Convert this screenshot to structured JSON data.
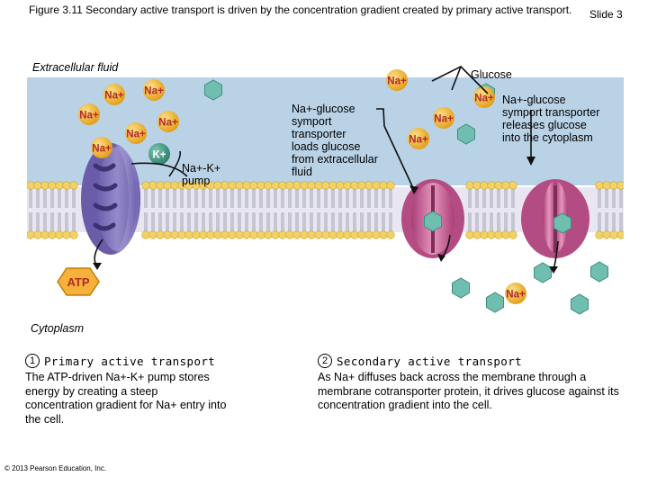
{
  "title": "Figure 3.11 Secondary active transport is driven by the concentration gradient created by primary active transport.",
  "slide_label": "Slide 3",
  "diagram": {
    "extracellular_label": "Extracellular fluid",
    "cytoplasm_label": "Cytoplasm",
    "glucose_label": "Glucose",
    "pump_label_line1": "Na+-K+",
    "pump_label_line2": "pump",
    "symport_loads_lines": [
      "Na+-glucose",
      "symport",
      "transporter",
      "loads glucose",
      "from extracellular",
      "fluid"
    ],
    "symport_releases_lines": [
      "Na+-glucose",
      "symport transporter",
      "releases glucose",
      "into the cytoplasm"
    ],
    "ion_na": "Na+",
    "ion_k": "K+",
    "atp_label": "ATP",
    "colors": {
      "extracellular": "#b9d2e6",
      "cytoplasm": "#ffffff",
      "lipid_head": "#f2d265",
      "na_ion": "#f0b52c",
      "k_ion": "#3f9b85",
      "glucose": "#6fbeb0",
      "pump": "#8477bd",
      "symporter": "#c4578f",
      "atp": "#f5b13a"
    }
  },
  "steps": [
    {
      "number": "1",
      "title": "Primary active transport",
      "body": "The ATP-driven Na+-K+ pump stores energy by creating a steep concentration gradient for Na+ entry into the cell."
    },
    {
      "number": "2",
      "title": "Secondary active transport",
      "body": "As Na+ diffuses back across the membrane through a membrane cotransporter protein, it drives glucose against its concentration gradient into the cell."
    }
  ],
  "copyright": "© 2013 Pearson Education, Inc."
}
